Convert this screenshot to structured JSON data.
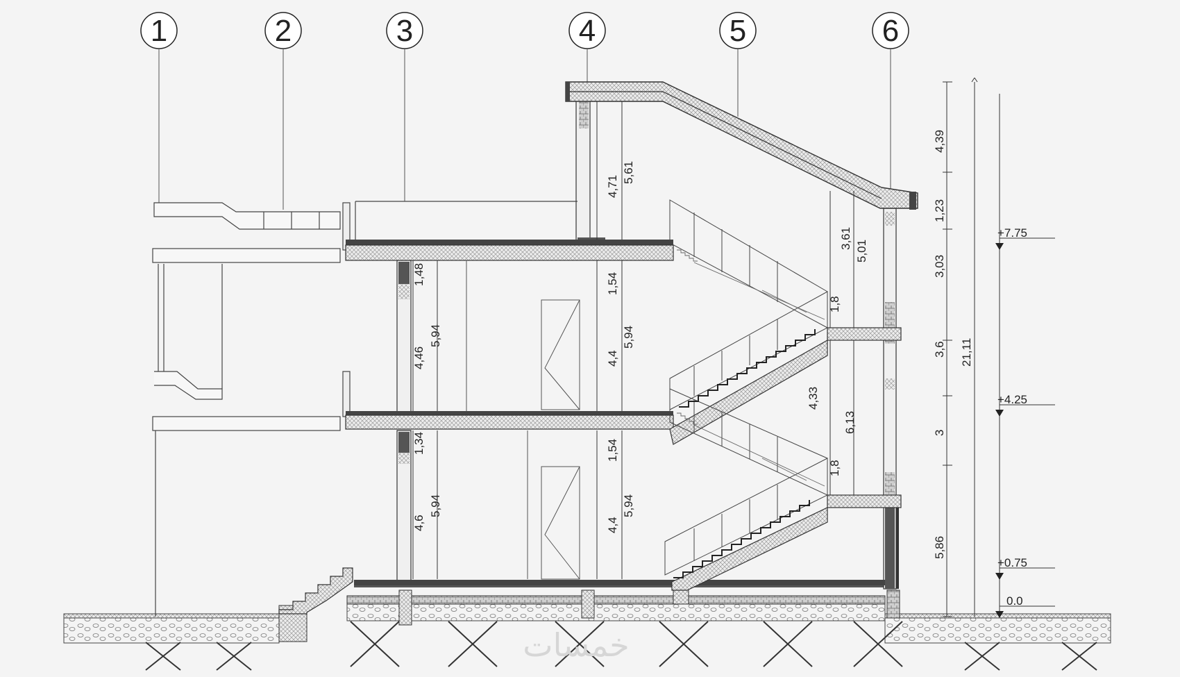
{
  "markers": [
    "1",
    "2",
    "3",
    "4",
    "5",
    "6"
  ],
  "left_wall_dims": {
    "upper": [
      "1,48",
      "4,46",
      "5,94"
    ],
    "lower": [
      "1,34",
      "4,6",
      "5,94"
    ]
  },
  "mid_dims": {
    "top": [
      "4,71",
      "5,61"
    ],
    "upper": [
      "1,54",
      "4,4",
      "5,94"
    ],
    "lower": [
      "1,54",
      "4,4",
      "5,94"
    ]
  },
  "stair_dims": {
    "upper": [
      "3,61",
      "5,01",
      "1,8"
    ],
    "lower": [
      "4,33",
      "6,13",
      "1,8"
    ]
  },
  "right_chain": [
    "4,39",
    "1,23",
    "3,03",
    "3,6",
    "3",
    "5,86"
  ],
  "total_height": "21,11",
  "levels": [
    "+7.75",
    "+4.25",
    "+0.75",
    "0.0"
  ],
  "watermark": "خمسات"
}
